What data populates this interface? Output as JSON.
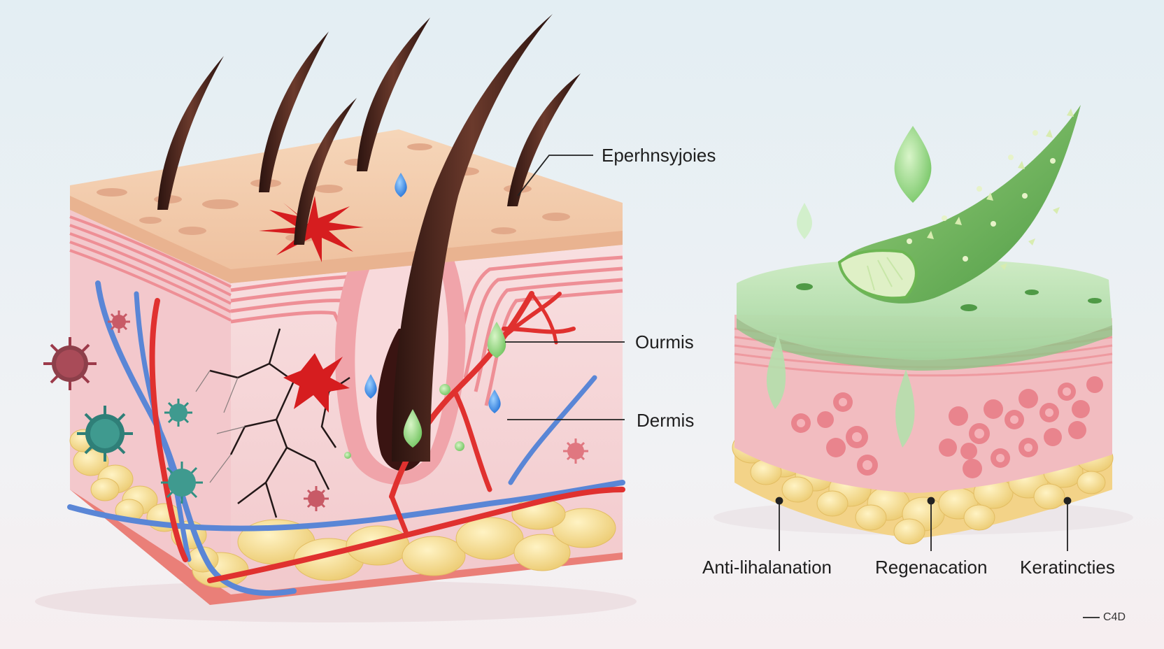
{
  "labels": {
    "epidermis_top": "Eperhnsyjoies",
    "ourmis": "Ourmis",
    "dermis": "Dermis",
    "anti": "Anti-lihalanation",
    "regen": "Regenacation",
    "kera": "Keratincties"
  },
  "credit": "C4D",
  "colors": {
    "skin_top": "#f4c9a8",
    "pink_layer": "#f2a0a6",
    "dermis": "#f6d3d6",
    "fat": "#f6dc96",
    "artery": "#e0312f",
    "vein": "#5a86d6",
    "hair": "#3a1d17",
    "gel": "#a9dca3",
    "aloe": "#6bb35a"
  }
}
